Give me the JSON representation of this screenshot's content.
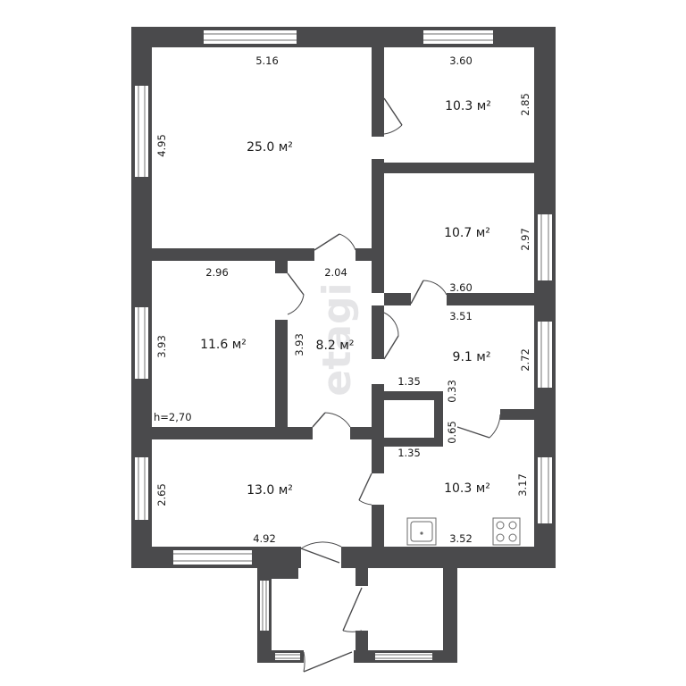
{
  "watermark": "etagi",
  "rooms": [
    {
      "id": "room-large",
      "area": "25.0 м²"
    },
    {
      "id": "room-top-right",
      "area": "10.3 м²"
    },
    {
      "id": "room-right-mid",
      "area": "10.7 м²"
    },
    {
      "id": "room-left-mid",
      "area": "11.6 м²"
    },
    {
      "id": "room-corridor",
      "area": "8.2 м²"
    },
    {
      "id": "room-right-small",
      "area": "9.1 м²"
    },
    {
      "id": "room-bottom-left",
      "area": "13.0 м²"
    },
    {
      "id": "room-kitchen",
      "area": "10.3 м²"
    }
  ],
  "dimensions": {
    "large_width": "5.16",
    "large_height": "4.95",
    "top_right_width": "3.60",
    "top_right_height": "2.85",
    "right_mid_height": "2.97",
    "right_mid_width": "3.60",
    "left_mid_width": "2.96",
    "left_mid_height": "3.93",
    "corridor_width": "2.04",
    "corridor_height": "3.93",
    "right_small_width": "3.51",
    "right_small_height": "2.72",
    "closet_top_width": "1.35",
    "closet_bottom_width": "1.35",
    "closet_top_height": "0.33",
    "closet_bottom_height": "0.65",
    "bottom_left_height": "2.65",
    "bottom_left_width": "4.92",
    "kitchen_height": "3.17",
    "kitchen_width": "3.52"
  },
  "ceiling_height": "h=2,70",
  "fixtures": [
    "sink-icon",
    "stove-icon"
  ]
}
